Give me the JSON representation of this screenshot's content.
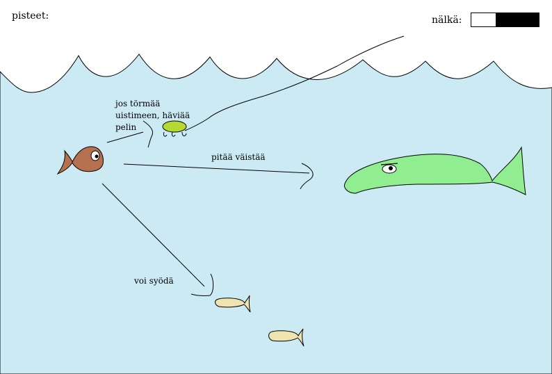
{
  "hud": {
    "score_label": "pisteet:",
    "hunger_label": "nälkä:",
    "hunger_level": 0.36
  },
  "annotations": {
    "lure_warning": [
      "jos törmää",
      "uistimeen, häviää",
      "pelin"
    ],
    "avoid": "pitää väistää",
    "edible": "voi syödä"
  },
  "colors": {
    "water": "#cceaf4",
    "player_fish": "#b5704f",
    "lure": "#b5d930",
    "predator_fish": "#90ee90",
    "prey_fish": "#efe4b0",
    "hunger_empty": "#000000",
    "hunger_fill": "#ffffff"
  },
  "entities": [
    "player-fish",
    "fishing-lure",
    "fishing-line",
    "predator-fish",
    "prey-fish",
    "prey-fish"
  ]
}
